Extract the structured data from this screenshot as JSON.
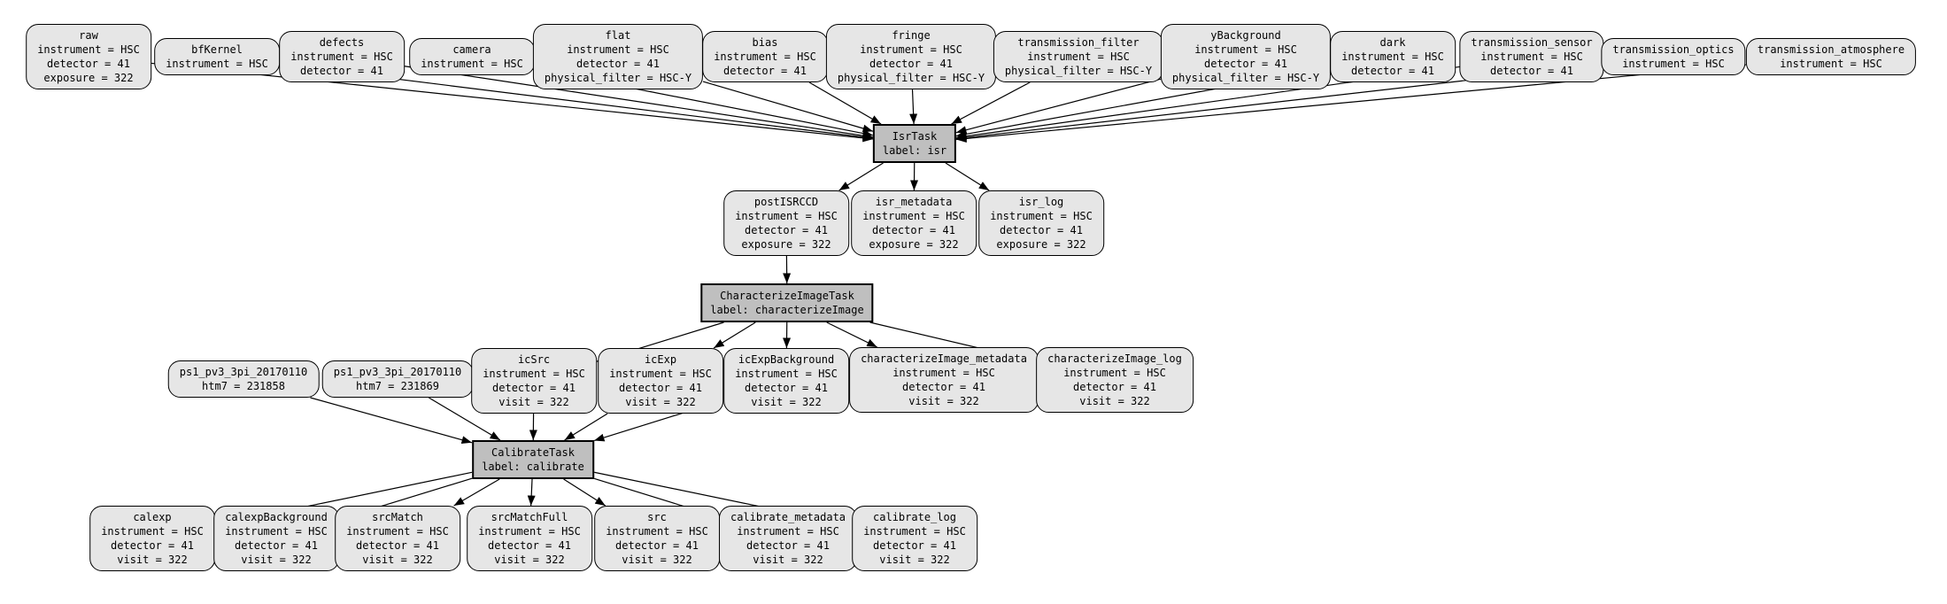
{
  "diagram": {
    "title": "pipeline-quantum-graph",
    "background": "#ffffff",
    "colors": {
      "dataset_fill": "#e6e6e6",
      "task_fill": "#bfbfbf",
      "border": "#000000",
      "edge": "#000000"
    },
    "nodes": [
      {
        "id": "raw",
        "type": "dataset",
        "lines": [
          "raw",
          "instrument = HSC",
          "detector = 41",
          "exposure = 322"
        ]
      },
      {
        "id": "bfKernel",
        "type": "dataset",
        "lines": [
          "bfKernel",
          "instrument = HSC"
        ]
      },
      {
        "id": "defects",
        "type": "dataset",
        "lines": [
          "defects",
          "instrument = HSC",
          "detector = 41"
        ]
      },
      {
        "id": "camera",
        "type": "dataset",
        "lines": [
          "camera",
          "instrument = HSC"
        ]
      },
      {
        "id": "flat",
        "type": "dataset",
        "lines": [
          "flat",
          "instrument = HSC",
          "detector = 41",
          "physical_filter = HSC-Y"
        ]
      },
      {
        "id": "bias",
        "type": "dataset",
        "lines": [
          "bias",
          "instrument = HSC",
          "detector = 41"
        ]
      },
      {
        "id": "fringe",
        "type": "dataset",
        "lines": [
          "fringe",
          "instrument = HSC",
          "detector = 41",
          "physical_filter = HSC-Y"
        ]
      },
      {
        "id": "transmission_filter",
        "type": "dataset",
        "lines": [
          "transmission_filter",
          "instrument = HSC",
          "physical_filter = HSC-Y"
        ]
      },
      {
        "id": "yBackground",
        "type": "dataset",
        "lines": [
          "yBackground",
          "instrument = HSC",
          "detector = 41",
          "physical_filter = HSC-Y"
        ]
      },
      {
        "id": "dark",
        "type": "dataset",
        "lines": [
          "dark",
          "instrument = HSC",
          "detector = 41"
        ]
      },
      {
        "id": "transmission_sensor",
        "type": "dataset",
        "lines": [
          "transmission_sensor",
          "instrument = HSC",
          "detector = 41"
        ]
      },
      {
        "id": "transmission_optics",
        "type": "dataset",
        "lines": [
          "transmission_optics",
          "instrument = HSC"
        ]
      },
      {
        "id": "transmission_atmosphere",
        "type": "dataset",
        "lines": [
          "transmission_atmosphere",
          "instrument = HSC"
        ]
      },
      {
        "id": "isr",
        "type": "task",
        "lines": [
          "IsrTask",
          "label: isr"
        ]
      },
      {
        "id": "postISRCCD",
        "type": "dataset",
        "lines": [
          "postISRCCD",
          "instrument = HSC",
          "detector = 41",
          "exposure = 322"
        ]
      },
      {
        "id": "isr_metadata",
        "type": "dataset",
        "lines": [
          "isr_metadata",
          "instrument = HSC",
          "detector = 41",
          "exposure = 322"
        ]
      },
      {
        "id": "isr_log",
        "type": "dataset",
        "lines": [
          "isr_log",
          "instrument = HSC",
          "detector = 41",
          "exposure = 322"
        ]
      },
      {
        "id": "characterizeImage",
        "type": "task",
        "lines": [
          "CharacterizeImageTask",
          "label: characterizeImage"
        ]
      },
      {
        "id": "ps1_231858",
        "type": "dataset",
        "lines": [
          "ps1_pv3_3pi_20170110",
          "htm7 = 231858"
        ]
      },
      {
        "id": "ps1_231869",
        "type": "dataset",
        "lines": [
          "ps1_pv3_3pi_20170110",
          "htm7 = 231869"
        ]
      },
      {
        "id": "icSrc",
        "type": "dataset",
        "lines": [
          "icSrc",
          "instrument = HSC",
          "detector = 41",
          "visit = 322"
        ]
      },
      {
        "id": "icExp",
        "type": "dataset",
        "lines": [
          "icExp",
          "instrument = HSC",
          "detector = 41",
          "visit = 322"
        ]
      },
      {
        "id": "icExpBackground",
        "type": "dataset",
        "lines": [
          "icExpBackground",
          "instrument = HSC",
          "detector = 41",
          "visit = 322"
        ]
      },
      {
        "id": "characterizeImage_metadata",
        "type": "dataset",
        "lines": [
          "characterizeImage_metadata",
          "instrument = HSC",
          "detector = 41",
          "visit = 322"
        ]
      },
      {
        "id": "characterizeImage_log",
        "type": "dataset",
        "lines": [
          "characterizeImage_log",
          "instrument = HSC",
          "detector = 41",
          "visit = 322"
        ]
      },
      {
        "id": "calibrate",
        "type": "task",
        "lines": [
          "CalibrateTask",
          "label: calibrate"
        ]
      },
      {
        "id": "calexp",
        "type": "dataset",
        "lines": [
          "calexp",
          "instrument = HSC",
          "detector = 41",
          "visit = 322"
        ]
      },
      {
        "id": "calexpBackground",
        "type": "dataset",
        "lines": [
          "calexpBackground",
          "instrument = HSC",
          "detector = 41",
          "visit = 322"
        ]
      },
      {
        "id": "srcMatch",
        "type": "dataset",
        "lines": [
          "srcMatch",
          "instrument = HSC",
          "detector = 41",
          "visit = 322"
        ]
      },
      {
        "id": "srcMatchFull",
        "type": "dataset",
        "lines": [
          "srcMatchFull",
          "instrument = HSC",
          "detector = 41",
          "visit = 322"
        ]
      },
      {
        "id": "src",
        "type": "dataset",
        "lines": [
          "src",
          "instrument = HSC",
          "detector = 41",
          "visit = 322"
        ]
      },
      {
        "id": "calibrate_metadata",
        "type": "dataset",
        "lines": [
          "calibrate_metadata",
          "instrument = HSC",
          "detector = 41",
          "visit = 322"
        ]
      },
      {
        "id": "calibrate_log",
        "type": "dataset",
        "lines": [
          "calibrate_log",
          "instrument = HSC",
          "detector = 41",
          "visit = 322"
        ]
      }
    ],
    "edges": [
      {
        "from": "raw",
        "to": "isr"
      },
      {
        "from": "bfKernel",
        "to": "isr"
      },
      {
        "from": "defects",
        "to": "isr"
      },
      {
        "from": "camera",
        "to": "isr"
      },
      {
        "from": "flat",
        "to": "isr"
      },
      {
        "from": "bias",
        "to": "isr"
      },
      {
        "from": "fringe",
        "to": "isr"
      },
      {
        "from": "transmission_filter",
        "to": "isr"
      },
      {
        "from": "yBackground",
        "to": "isr"
      },
      {
        "from": "dark",
        "to": "isr"
      },
      {
        "from": "transmission_sensor",
        "to": "isr"
      },
      {
        "from": "transmission_optics",
        "to": "isr"
      },
      {
        "from": "transmission_atmosphere",
        "to": "isr"
      },
      {
        "from": "isr",
        "to": "postISRCCD"
      },
      {
        "from": "isr",
        "to": "isr_metadata"
      },
      {
        "from": "isr",
        "to": "isr_log"
      },
      {
        "from": "postISRCCD",
        "to": "characterizeImage"
      },
      {
        "from": "characterizeImage",
        "to": "icSrc"
      },
      {
        "from": "characterizeImage",
        "to": "icExp"
      },
      {
        "from": "characterizeImage",
        "to": "icExpBackground"
      },
      {
        "from": "characterizeImage",
        "to": "characterizeImage_metadata"
      },
      {
        "from": "characterizeImage",
        "to": "characterizeImage_log"
      },
      {
        "from": "ps1_231858",
        "to": "calibrate"
      },
      {
        "from": "ps1_231869",
        "to": "calibrate"
      },
      {
        "from": "icSrc",
        "to": "calibrate"
      },
      {
        "from": "icExp",
        "to": "calibrate"
      },
      {
        "from": "icExpBackground",
        "to": "calibrate"
      },
      {
        "from": "calibrate",
        "to": "calexp"
      },
      {
        "from": "calibrate",
        "to": "calexpBackground"
      },
      {
        "from": "calibrate",
        "to": "srcMatch"
      },
      {
        "from": "calibrate",
        "to": "srcMatchFull"
      },
      {
        "from": "calibrate",
        "to": "src"
      },
      {
        "from": "calibrate",
        "to": "calibrate_metadata"
      },
      {
        "from": "calibrate",
        "to": "calibrate_log"
      }
    ]
  }
}
